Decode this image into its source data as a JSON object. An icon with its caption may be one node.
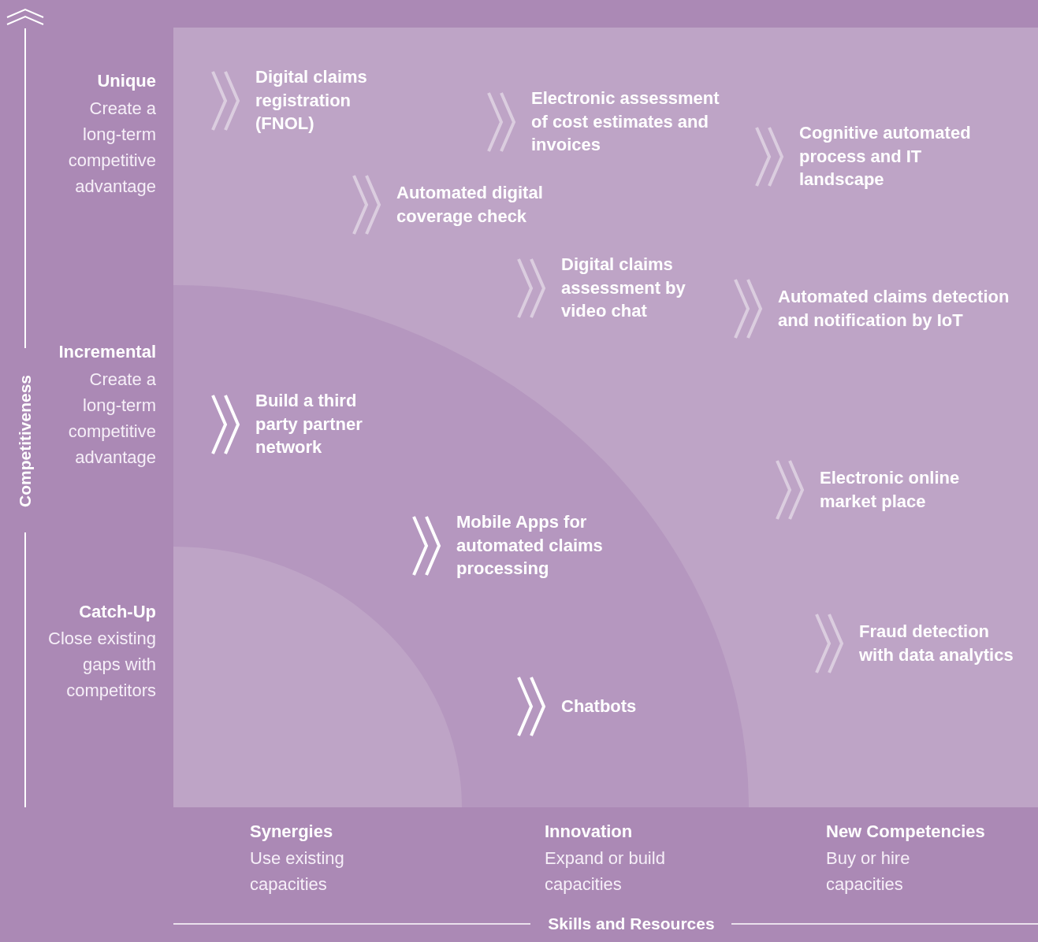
{
  "diagram": {
    "labels": [
      "Unique",
      "Create a long-term competitive advantage",
      "Digital claims registration (FNOL)",
      "Electronic assessment of cost estimates and invoices",
      "Cognitive automated process and IT landscape",
      "Automated digital coverage check",
      "Digital claims assessment by video chat",
      "Automated claims detection and notification by IoT",
      "Incremental",
      "Create a long-term competitive advantage",
      "Build a third party partner network",
      "Competitiveness",
      "Electronic online market place",
      "Mobile Apps for automated claims processing",
      "Catch-Up",
      "Close existing gaps with competitors",
      "Fraud detection with data analytics",
      "Chatbots",
      "Synergies",
      "Use existing capacities",
      "Innovation",
      "Expand or build capacities",
      "New Competencies",
      "Buy or hire capacities",
      "Skills and Resources"
    ]
  }
}
